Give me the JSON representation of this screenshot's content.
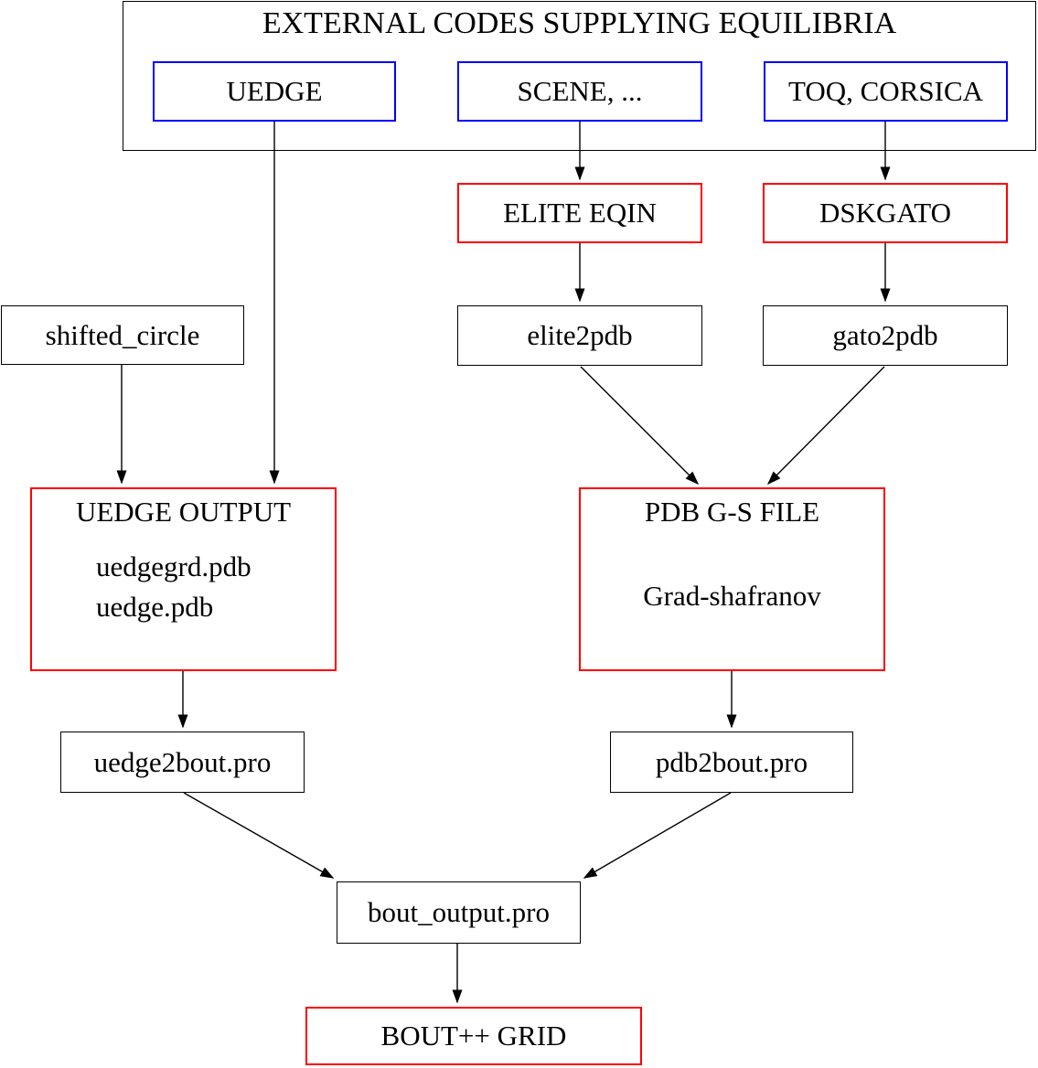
{
  "diagram": {
    "group": {
      "label": "EXTERNAL CODES SUPPLYING EQUILIBRIA"
    },
    "nodes": {
      "uedge": {
        "label": "UEDGE"
      },
      "scene": {
        "label": "SCENE, ..."
      },
      "toq_corsica": {
        "label": "TOQ, CORSICA"
      },
      "elite_eqin": {
        "label": "ELITE EQIN"
      },
      "dskgato": {
        "label": "DSKGATO"
      },
      "elite2pdb": {
        "label": "elite2pdb"
      },
      "gato2pdb": {
        "label": "gato2pdb"
      },
      "shifted_circle": {
        "label": "shifted_circle"
      },
      "uedge_output": {
        "label": "UEDGE OUTPUT",
        "files": [
          "uedgegrd.pdb",
          "uedge.pdb"
        ]
      },
      "pdb_gs_file": {
        "label": "PDB G-S FILE",
        "sublabel": "Grad-shafranov"
      },
      "uedge2bout": {
        "label": "uedge2bout.pro"
      },
      "pdb2bout": {
        "label": "pdb2bout.pro"
      },
      "bout_output": {
        "label": "bout_output.pro"
      },
      "boutpp_grid": {
        "label": "BOUT++ GRID"
      }
    },
    "edges": [
      {
        "from": "uedge",
        "to": "uedge_output"
      },
      {
        "from": "scene",
        "to": "elite_eqin"
      },
      {
        "from": "toq_corsica",
        "to": "dskgato"
      },
      {
        "from": "elite_eqin",
        "to": "elite2pdb"
      },
      {
        "from": "dskgato",
        "to": "gato2pdb"
      },
      {
        "from": "shifted_circle",
        "to": "uedge_output"
      },
      {
        "from": "elite2pdb",
        "to": "pdb_gs_file"
      },
      {
        "from": "gato2pdb",
        "to": "pdb_gs_file"
      },
      {
        "from": "uedge_output",
        "to": "uedge2bout"
      },
      {
        "from": "pdb_gs_file",
        "to": "pdb2bout"
      },
      {
        "from": "uedge2bout",
        "to": "bout_output"
      },
      {
        "from": "pdb2bout",
        "to": "bout_output"
      },
      {
        "from": "bout_output",
        "to": "boutpp_grid"
      }
    ],
    "colors": {
      "external_code_border": "#0000ff",
      "highlight_border": "#ff0000",
      "default_border": "#000000",
      "text": "#000000",
      "background": "#ffffff"
    }
  }
}
